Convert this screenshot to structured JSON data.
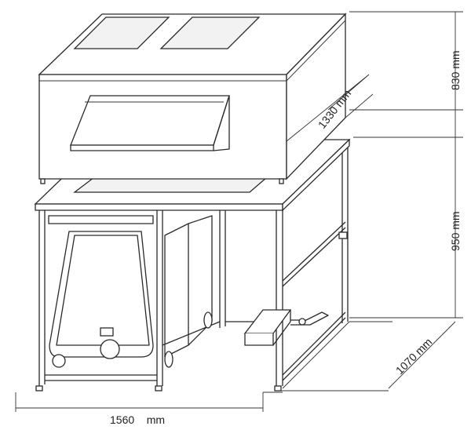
{
  "dimensions": {
    "hood_height": "830 mm",
    "depth_top": "1330 mm",
    "table_height": "950 mm",
    "depth_bottom": "1070 mm",
    "width": "1560    mm"
  }
}
